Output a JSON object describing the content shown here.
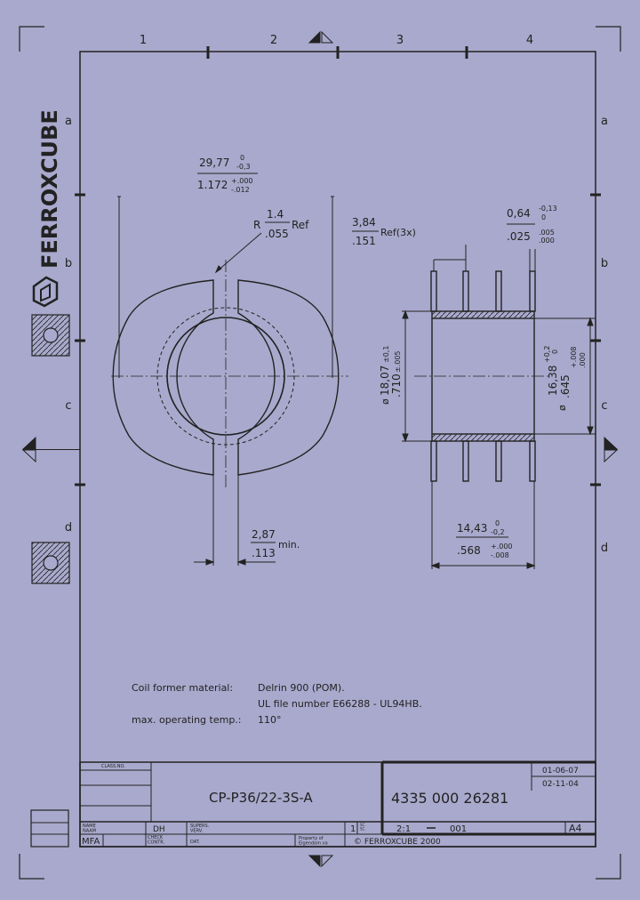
{
  "zones": {
    "cols": [
      "1",
      "2",
      "3",
      "4"
    ],
    "rows": [
      "a",
      "b",
      "c",
      "d"
    ]
  },
  "logo": {
    "text": "FERROXCUBE"
  },
  "dims": {
    "width_mm": "29,77",
    "width_tol_mm_up": "0",
    "width_tol_mm_lo": "-0,3",
    "width_in": "1.172",
    "width_tol_in_up": "+.000",
    "width_tol_in_lo": "-.012",
    "radius_prefix": "R",
    "radius_mm": "1.4",
    "radius_in": ".055",
    "radius_suffix": "Ref",
    "pin_pitch_mm": "3,84",
    "pin_pitch_in": ".151",
    "pin_pitch_suffix": "Ref(3x)",
    "pin_dia_mm": "0,64",
    "pin_dia_mm_up": "-0,13",
    "pin_dia_mm_lo": "0",
    "pin_dia_in": ".025",
    "pin_dia_in_up": ".005",
    "pin_dia_in_lo": ".000",
    "od_prefix": "ø",
    "od_mm": "18,07",
    "od_mm_tol": "±0,1",
    "od_in": ".710",
    "od_in_tol": "±.005",
    "id_prefix": "ø",
    "id_mm": "16,38",
    "id_mm_up": "+0,2",
    "id_mm_lo": "0",
    "id_in": ".645",
    "id_in_up": "+.008",
    "id_in_lo": ".000",
    "slot_mm": "2,87",
    "slot_in": ".113",
    "slot_suffix": "min.",
    "height_mm": "14,43",
    "height_mm_up": "0",
    "height_mm_lo": "-0,2",
    "height_in": ".568",
    "height_in_up": "+.000",
    "height_in_lo": "-.008"
  },
  "notes": [
    {
      "label": "Coil former material:",
      "value": "Delrin 900 (POM)."
    },
    {
      "label": "",
      "value": "UL file number E66288 - UL94HB."
    },
    {
      "label": "max. operating temp.:",
      "value": "110°"
    }
  ],
  "title_block": {
    "class_no_label": "CLASS.NO.",
    "name_label": "NAME\nNAAM",
    "drawn_by": "DH",
    "check_label": "CHECK\nCONTR.",
    "checked_by": "MFA",
    "supersedes_label": "SUPERS.\nVERV.",
    "date_label": "DAT.",
    "title": "CP-P36/22-3S-A",
    "part_number": "4335 000 26281",
    "revisions": [
      "01-06-07",
      "02-11-04"
    ],
    "sheet": "1",
    "scale_label": "SC.\nSC.",
    "scale": "2:1",
    "doc_suffix": "001",
    "property_label": "Property of\nEigendom va",
    "copyright": "© FERROXCUBE 2000",
    "format": "A4"
  }
}
